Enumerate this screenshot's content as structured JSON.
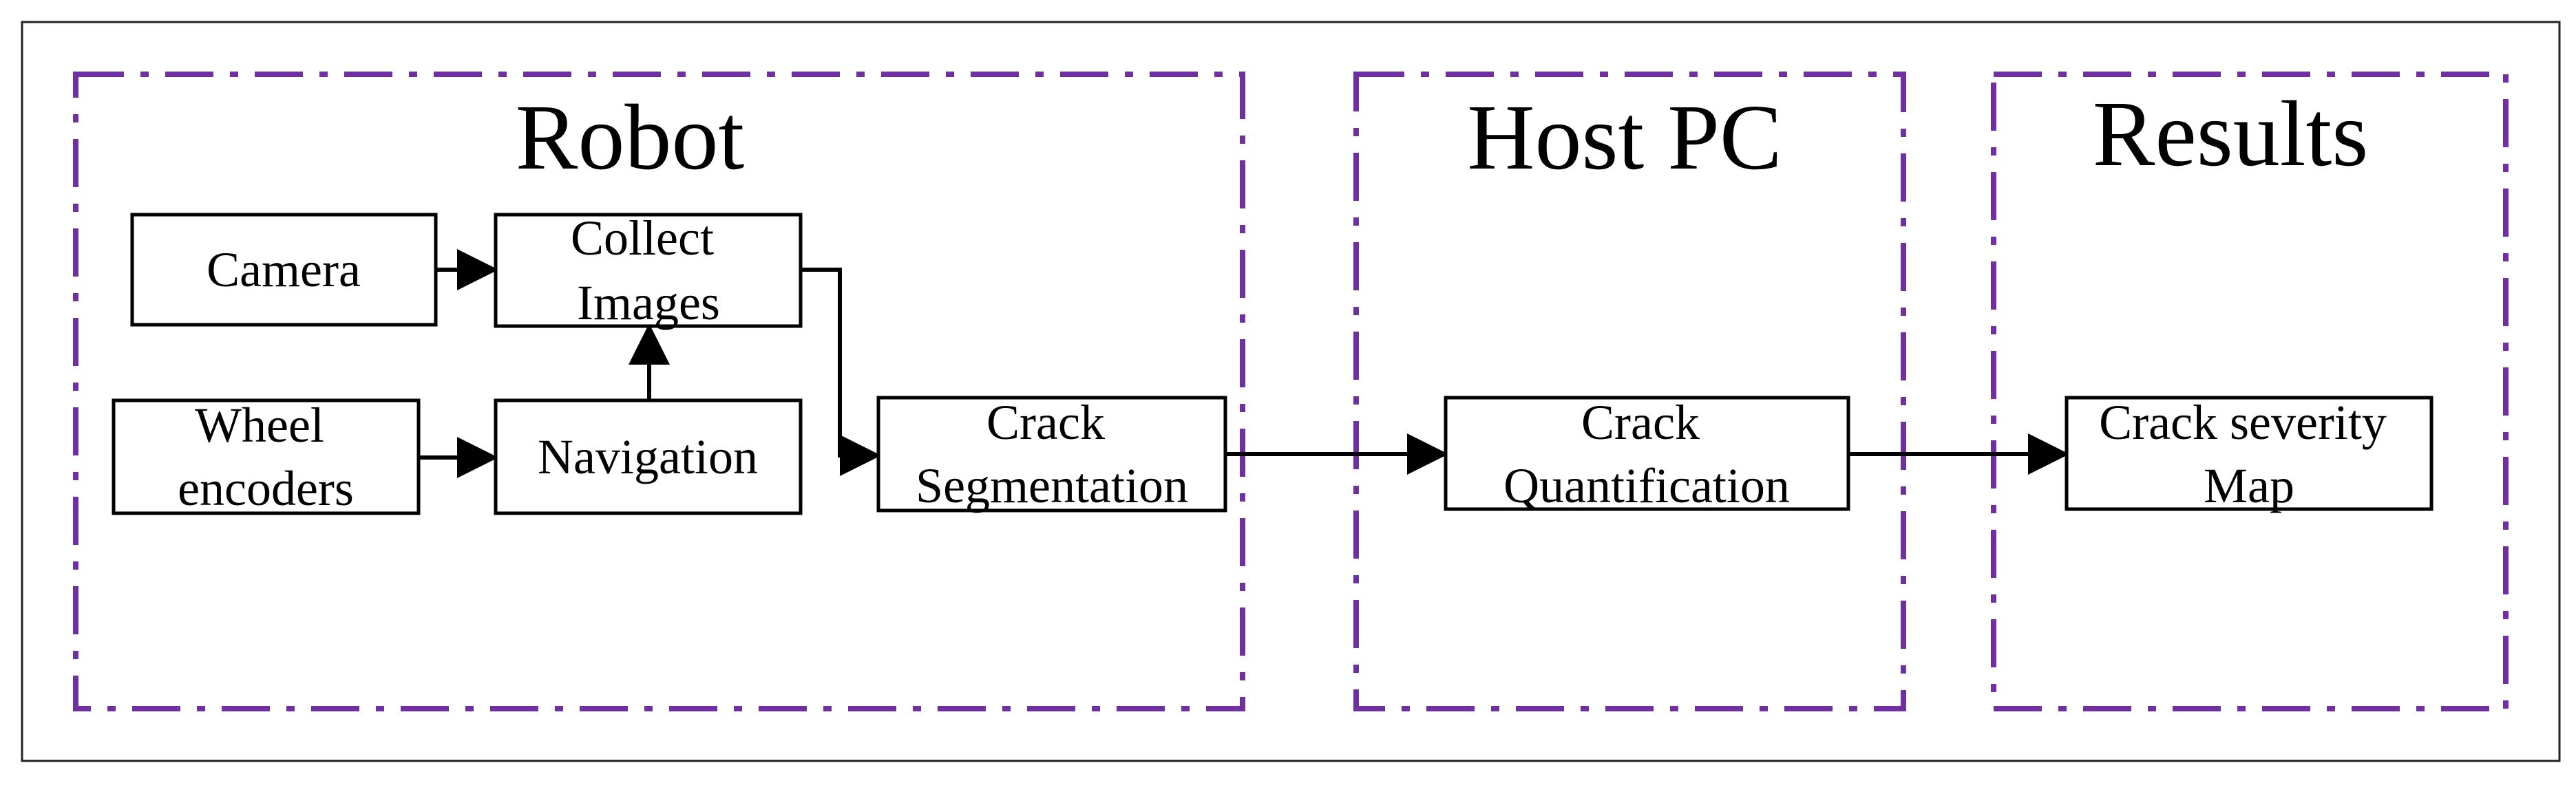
{
  "colors": {
    "group_border": "#7030a0",
    "node_border": "#000000",
    "text": "#000000",
    "background": "#ffffff"
  },
  "groups": {
    "robot": {
      "title": "Robot"
    },
    "host_pc": {
      "title": "Host PC"
    },
    "results": {
      "title": "Results"
    }
  },
  "nodes": {
    "camera": {
      "lines": [
        "Camera"
      ]
    },
    "collect_images": {
      "lines": [
        "Collect",
        "Images"
      ]
    },
    "wheel_encoders": {
      "lines": [
        "Wheel",
        "encoders"
      ]
    },
    "navigation": {
      "lines": [
        "Navigation"
      ]
    },
    "crack_segmentation": {
      "lines": [
        "Crack",
        "Segmentation"
      ]
    },
    "crack_quantification": {
      "lines": [
        "Crack",
        "Quantification"
      ]
    },
    "crack_severity_map": {
      "lines": [
        "Crack severity",
        "Map"
      ]
    }
  },
  "edges": [
    {
      "from": "camera",
      "to": "collect_images"
    },
    {
      "from": "wheel_encoders",
      "to": "navigation"
    },
    {
      "from": "navigation",
      "to": "collect_images"
    },
    {
      "from": "collect_images",
      "to": "crack_segmentation"
    },
    {
      "from": "crack_segmentation",
      "to": "crack_quantification"
    },
    {
      "from": "crack_quantification",
      "to": "crack_severity_map"
    }
  ]
}
